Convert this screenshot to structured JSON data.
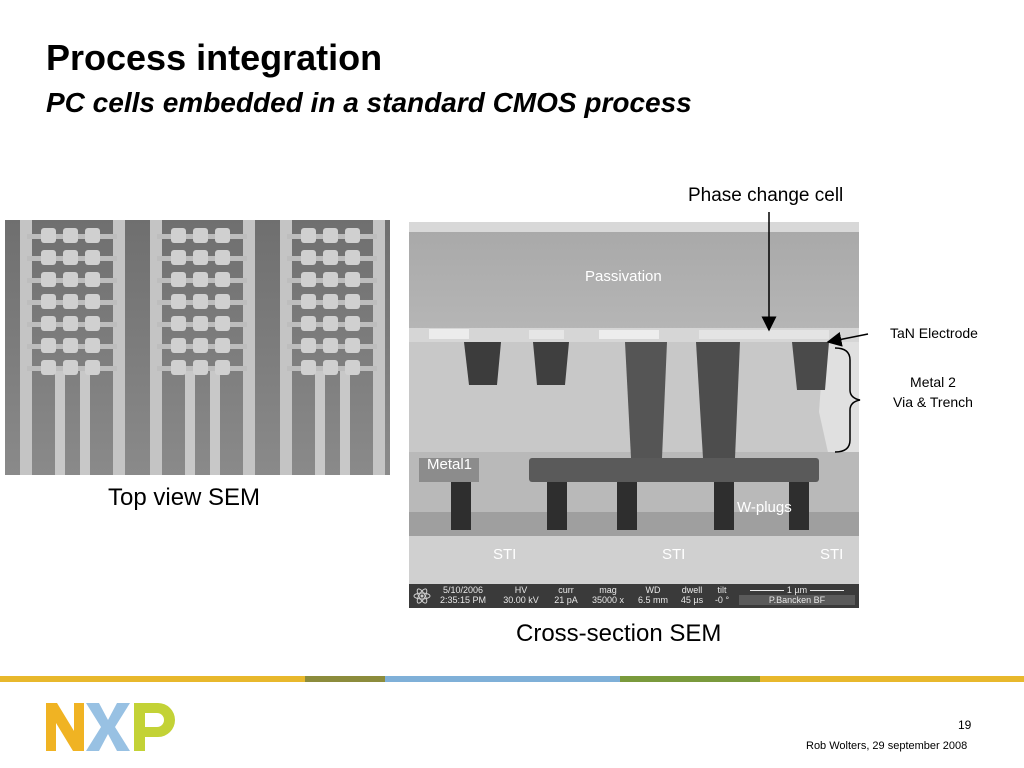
{
  "slide": {
    "title": "Process integration",
    "subtitle": "PC cells embedded in a standard CMOS process"
  },
  "images": {
    "top_view_caption": "Top view SEM",
    "cross_section_caption": "Cross-section SEM",
    "cross_section_labels": {
      "passivation": "Passivation",
      "metal1": "Metal1",
      "wplugs": "W-plugs",
      "sti_1": "STI",
      "sti_2": "STI",
      "sti_3": "STI"
    },
    "info_bar": {
      "date": "5/10/2006",
      "time": "2:35:15 PM",
      "hv_label": "HV",
      "hv_value": "30.00 kV",
      "curr_label": "curr",
      "curr_value": "21 pA",
      "mag_label": "mag",
      "mag_value": "35000 x",
      "wd_label": "WD",
      "wd_value": "6.5 mm",
      "dwell_label": "dwell",
      "dwell_value": "45 µs",
      "tilt_label": "tilt",
      "tilt_value": "-0 °",
      "scale": "1 µm",
      "operator": "P.Bancken BF"
    }
  },
  "annotations": {
    "phase_change_cell": "Phase change cell",
    "tan_electrode": "TaN Electrode",
    "metal2_line1": "Metal 2",
    "metal2_line2": "Via & Trench"
  },
  "footer": {
    "page_number": "19",
    "author_date": "Rob Wolters, 29 september 2008",
    "band_colors": [
      "#e8b82c",
      "#8c8c3c",
      "#7fb0d8",
      "#7a9a3c",
      "#e8b82c"
    ]
  },
  "logo": {
    "text": "NXP",
    "colors": [
      "#f0b323",
      "#98c1e3",
      "#c3d236"
    ]
  }
}
